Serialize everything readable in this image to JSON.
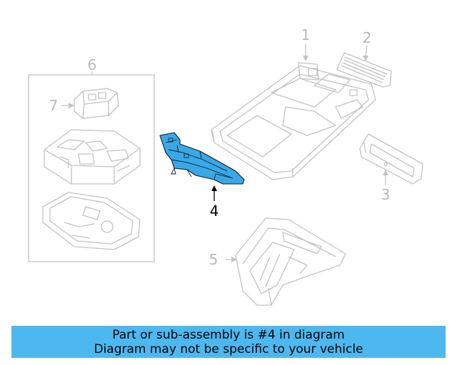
{
  "diagram": {
    "callouts": {
      "c1": "1",
      "c2": "2",
      "c3": "3",
      "c4": "4",
      "c5": "5",
      "c6": "6",
      "c7": "7"
    },
    "highlighted_part": "4",
    "colors": {
      "highlight_fill": "#38a8e8",
      "line_gray": "#c3c3c3",
      "banner_bg": "#4db8f0"
    }
  },
  "banner": {
    "line1": "Part or sub-assembly is #4 in diagram",
    "line2": "Diagram may not be specific to your vehicle"
  }
}
